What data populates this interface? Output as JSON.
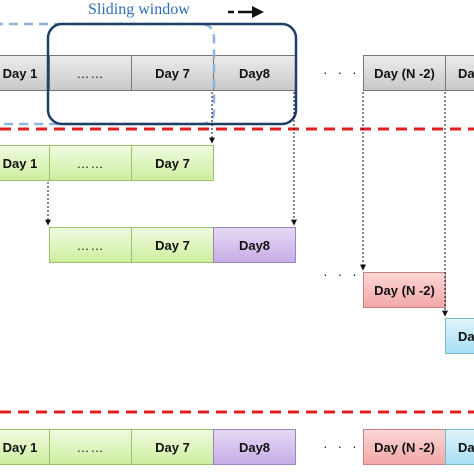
{
  "title": "Sliding window",
  "colors": {
    "window_dashed": "#8fb6da",
    "window_solid": "#1f3f66",
    "separator": "#e02020",
    "gray": "#d3d3d3",
    "green": "#dcf5bd",
    "purple": "#d3c0ec",
    "pink": "#f7bdbd",
    "cyan": "#c2e9f8"
  },
  "row0": {
    "day1": "Day 1",
    "dots": "……",
    "day7": "Day 7",
    "day8": "Day8",
    "ellipsis": "· · ·",
    "dayN2": "Day (N -2)",
    "dayNx": "Day"
  },
  "row1": {
    "day1": "Day 1",
    "dots": "……",
    "day7": "Day 7"
  },
  "row2": {
    "dots": "……",
    "day7": "Day 7",
    "day8": "Day8"
  },
  "row3": {
    "ellipsis": "· · ·",
    "dayN2": "Day (N -2)"
  },
  "row4": {
    "dayNx": "Day"
  },
  "row5": {
    "day1": "Day 1",
    "dots": "……",
    "day7": "Day 7",
    "day8": "Day8",
    "ellipsis": "· · ·",
    "dayN2": "Day (N -2)",
    "dayNx": "Day"
  }
}
